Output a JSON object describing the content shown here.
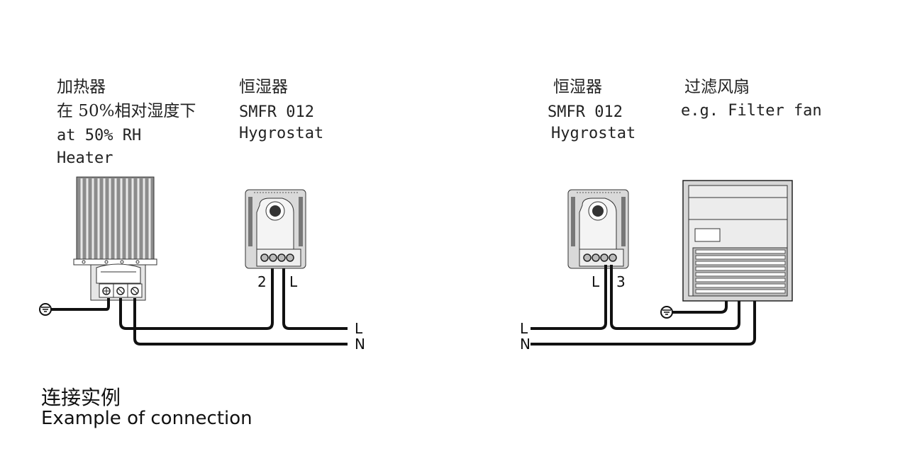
{
  "left": {
    "heater": {
      "title_cn": "加热器",
      "subtitle_cn": "在 50%相对湿度下",
      "subtitle_en": "at 50% RH",
      "name_en": "Heater"
    },
    "hygrostat": {
      "title_cn": "恒湿器",
      "model": "SMFR 012",
      "name_en": "Hygrostat"
    },
    "terminals": {
      "t1": "2",
      "t2": "L"
    },
    "lines": {
      "l": "L",
      "n": "N"
    }
  },
  "right": {
    "hygrostat": {
      "title_cn": "恒湿器",
      "model": "SMFR 012",
      "name_en": "Hygrostat"
    },
    "fan": {
      "title_cn": "过滤风扇",
      "name_en": "e.g. Filter fan"
    },
    "terminals": {
      "t1": "L",
      "t2": "3"
    },
    "lines": {
      "l": "L",
      "n": "N"
    }
  },
  "footer": {
    "title_cn": "连接实例",
    "title_en": "Example of connection"
  },
  "icons": [
    "ground-icon",
    "heater-icon",
    "hygrostat-icon",
    "filter-fan-icon"
  ]
}
